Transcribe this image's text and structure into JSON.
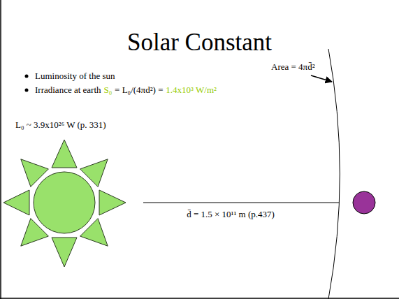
{
  "diagram": {
    "title": "Solar Constant",
    "labels": [
      "Luminosity of the sun",
      "Irradiance at earth",
      "S₀",
      "= L₀/(4πd²) =",
      "1.4x10³ W/m²",
      "L₀ ~ 3.9x10²⁶ W (p. 331)",
      "Area = 4πd̄²",
      "d̄ = 1.5 × 10¹¹ m (p.437)"
    ]
  }
}
